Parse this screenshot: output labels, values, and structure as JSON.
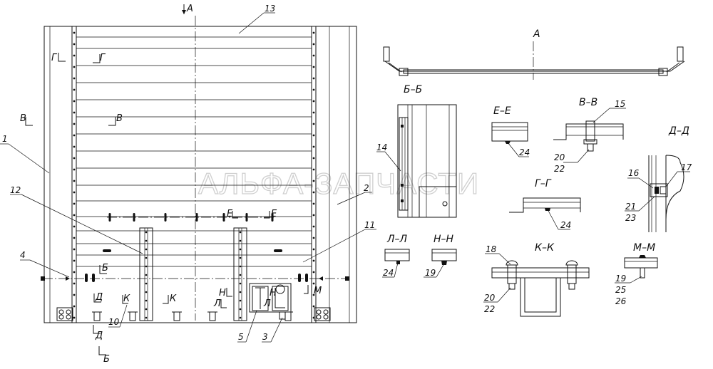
{
  "watermark": "АЛЬФА-ЗАПЧАСТИ",
  "view_labels": {
    "a": "А",
    "bb": "Б–Б",
    "ee": "Е–Е",
    "vv": "В–В",
    "dd": "Д–Д",
    "gg": "Г–Г",
    "ll": "Л–Л",
    "nn": "Н–Н",
    "kk": "К–К",
    "mm": "М–М"
  },
  "section_marks": {
    "a": "А",
    "g": "Г",
    "v": "В",
    "e": "Е",
    "b": "Б",
    "d": "Д",
    "k": "К",
    "n": "Н",
    "l": "Л",
    "m": "М"
  },
  "callouts": {
    "p1": "1",
    "p2": "2",
    "p3": "3",
    "p4": "4",
    "p5": "5",
    "p10": "10",
    "p11": "11",
    "p12": "12",
    "p13": "13",
    "p14": "14",
    "p15": "15",
    "p16": "16",
    "p17": "17",
    "p18": "18",
    "p19": "19",
    "p20": "20",
    "p21": "21",
    "p22": "22",
    "p23": "23",
    "p24": "24",
    "p25": "25",
    "p26": "26"
  }
}
